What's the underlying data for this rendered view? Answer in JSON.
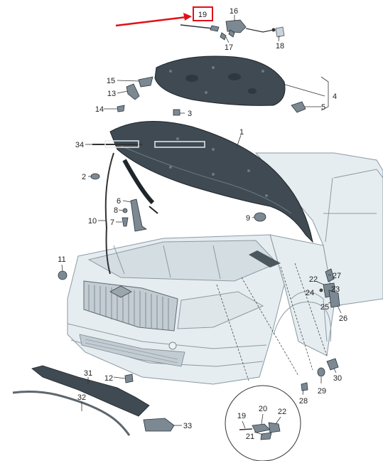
{
  "callouts": {
    "c1": "1",
    "c2": "2",
    "c3": "3",
    "c4": "4",
    "c5": "5",
    "c6": "6",
    "c7": "7",
    "c8": "8",
    "c9": "9",
    "c10": "10",
    "c11": "11",
    "c12": "12",
    "c13": "13",
    "c14": "14",
    "c15": "15",
    "c16": "16",
    "c17": "17",
    "c18": "18",
    "c19": "19",
    "c20": "20",
    "c21": "21",
    "c22": "22",
    "c23": "23",
    "c24": "24",
    "c25": "25",
    "c26": "26",
    "c27": "27",
    "c28": "28",
    "c29": "29",
    "c30": "30",
    "c31": "31",
    "c32": "32",
    "c33": "33",
    "c34": "34",
    "detail_19": "19",
    "detail_20": "20",
    "detail_21": "21",
    "detail_22": "22"
  },
  "highlight": {
    "box_color": "#e0101a",
    "arrow_color": "#e0101a",
    "highlighted_part": "19"
  },
  "colors": {
    "car_outline": "#8a9aa3",
    "car_fill": "#e6edf1",
    "part_dark": "#3f4a52"
  }
}
